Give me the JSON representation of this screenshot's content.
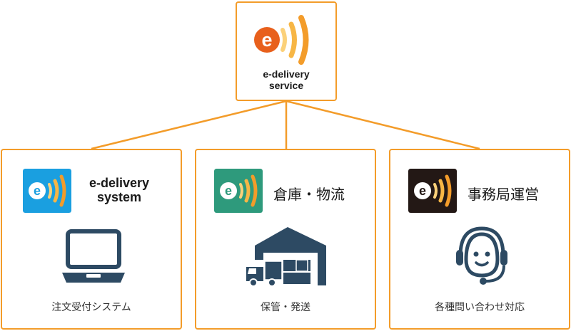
{
  "top": {
    "title_line1": "e-delivery",
    "title_line2": "service"
  },
  "columns": [
    {
      "title_line1": "e-delivery",
      "title_line2": "system",
      "caption": "注文受付システム",
      "tile_color": "#1a9fe0"
    },
    {
      "title": "倉庫・物流",
      "caption": "保管・発送",
      "tile_color": "#2e9a7c"
    },
    {
      "title": "事務局運営",
      "caption": "各種問い合わせ対応",
      "tile_color": "#231815"
    }
  ],
  "colors": {
    "accent": "#f39c2a",
    "icon_navy": "#2d4a63",
    "logo_e": "#e8601c"
  }
}
